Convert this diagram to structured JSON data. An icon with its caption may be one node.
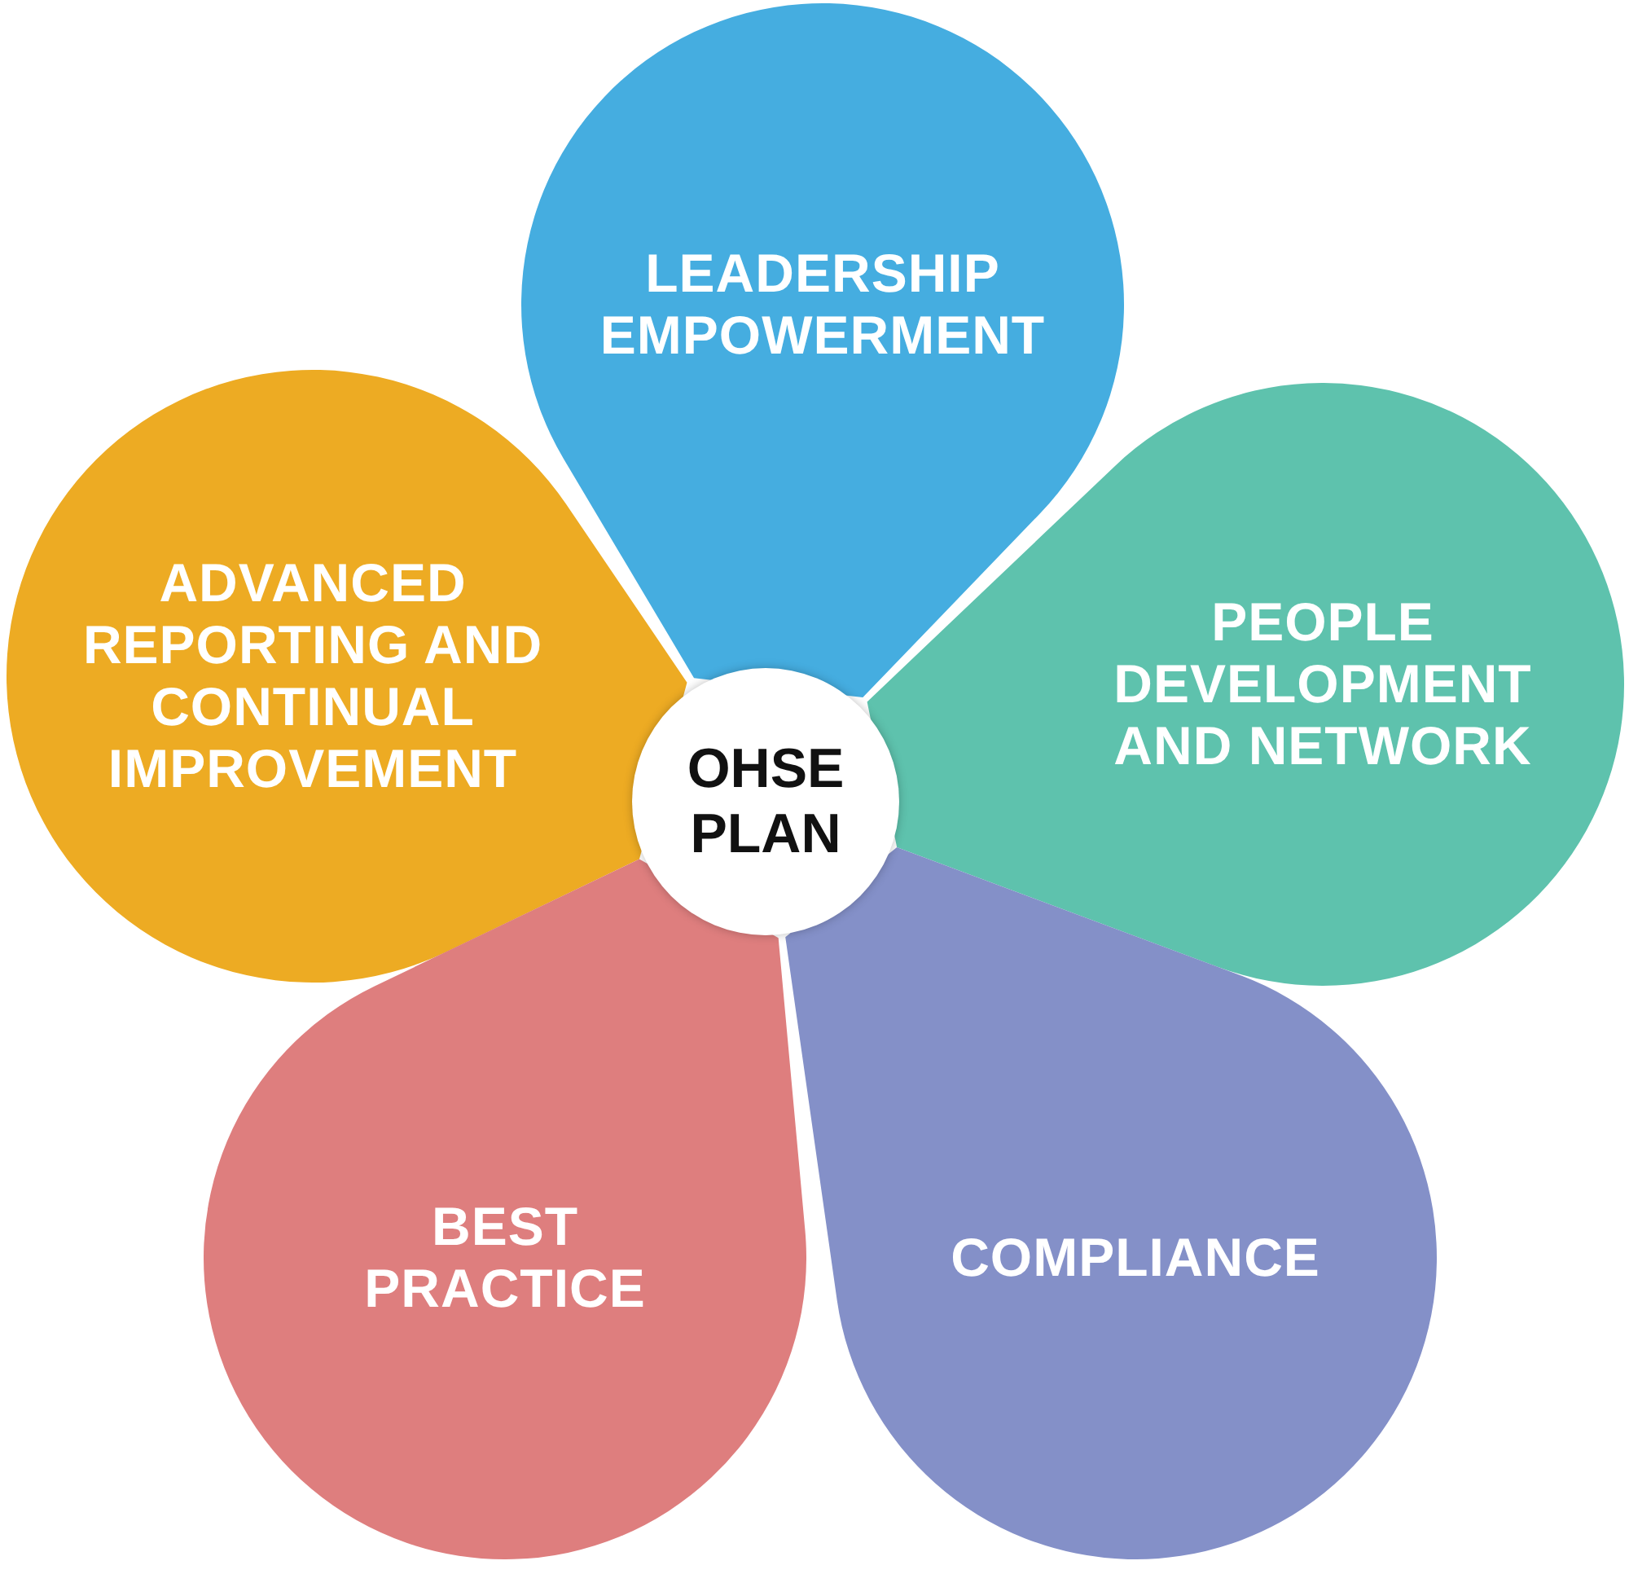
{
  "diagram": {
    "nodes": [
      {
        "text": [
          "LEADERSHIP EMPOWERMENT"
        ]
      },
      {
        "text": [
          "ADVANCED REPORTING AND CONTINUAL IMPROVEMENT"
        ]
      },
      {
        "text": [
          "OHSE PLAN"
        ]
      },
      {
        "text": [
          "PEOPLE DEVELOPMENT AND NETWORK"
        ]
      },
      {
        "text": [
          "BEST PRACTICE"
        ]
      },
      {
        "text": [
          "COMPLIANCE"
        ]
      }
    ]
  }
}
